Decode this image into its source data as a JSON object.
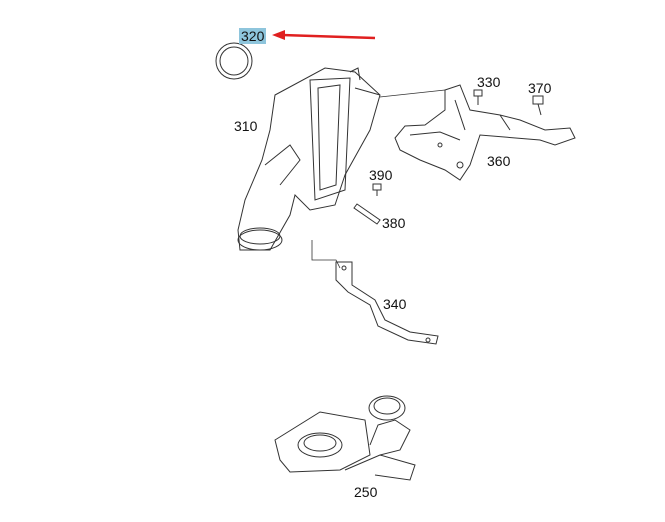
{
  "parts": [
    {
      "id": "p320",
      "label": "320",
      "highlighted": true
    },
    {
      "id": "p310",
      "label": "310"
    },
    {
      "id": "p330",
      "label": "330"
    },
    {
      "id": "p370",
      "label": "370"
    },
    {
      "id": "p360",
      "label": "360"
    },
    {
      "id": "p390",
      "label": "390"
    },
    {
      "id": "p380",
      "label": "380"
    },
    {
      "id": "p340",
      "label": "340"
    },
    {
      "id": "p250",
      "label": "250"
    }
  ],
  "colors": {
    "highlight": "#8ec5dc",
    "arrow": "#e02020",
    "line": "#333333"
  }
}
